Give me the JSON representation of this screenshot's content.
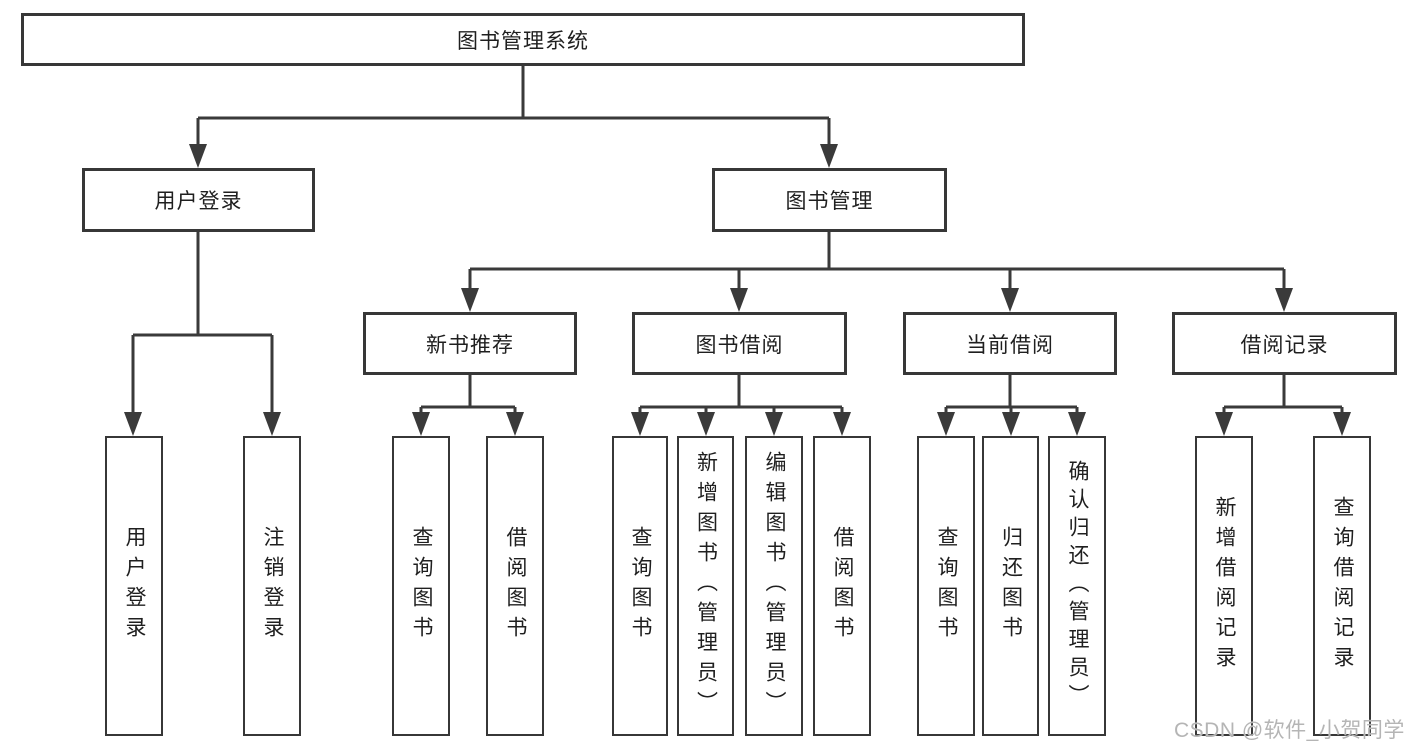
{
  "diagram": {
    "title": "图书管理系统",
    "root": {
      "label": "图书管理系统"
    },
    "branches": [
      {
        "label": "用户登录",
        "children": [
          {
            "label": "用户登录"
          },
          {
            "label": "注销登录"
          }
        ]
      },
      {
        "label": "图书管理",
        "children": [
          {
            "label": "新书推荐",
            "children": [
              {
                "label": "查询图书"
              },
              {
                "label": "借阅图书"
              }
            ]
          },
          {
            "label": "图书借阅",
            "children": [
              {
                "label": "查询图书"
              },
              {
                "label": "新增图书（管理员）"
              },
              {
                "label": "编辑图书（管理员）"
              },
              {
                "label": "借阅图书"
              }
            ]
          },
          {
            "label": "当前借阅",
            "children": [
              {
                "label": "查询图书"
              },
              {
                "label": "归还图书"
              },
              {
                "label": "确认归还（管理员）"
              }
            ]
          },
          {
            "label": "借阅记录",
            "children": [
              {
                "label": "新增借阅记录"
              },
              {
                "label": "查询借阅记录"
              }
            ]
          }
        ]
      }
    ]
  },
  "watermark": {
    "text": "CSDN @软件_小贺同学"
  },
  "colors": {
    "line": "#3a3a3a",
    "box_border": "#373737",
    "text": "#1f1f1f",
    "watermark": "#b5b5b5",
    "background": "#ffffff"
  }
}
